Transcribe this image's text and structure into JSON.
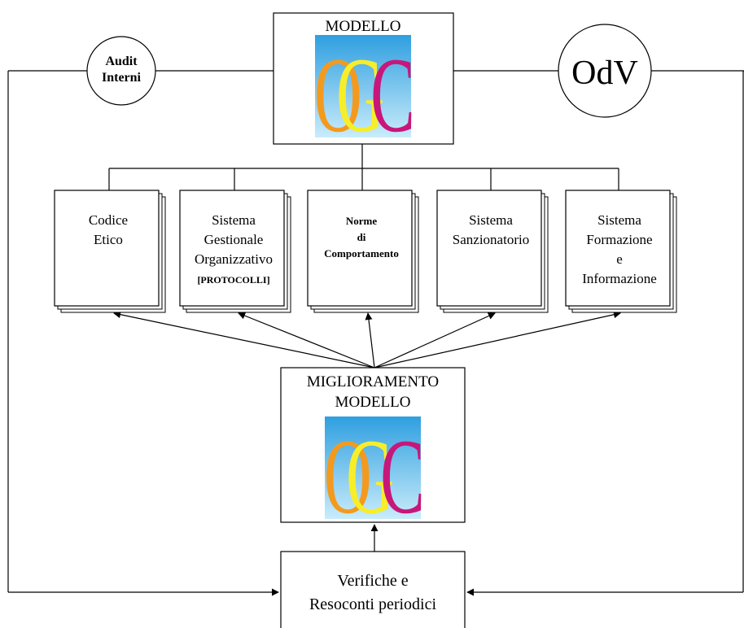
{
  "modello": {
    "title": "MODELLO"
  },
  "audit": {
    "line1": "Audit",
    "line2": "Interni"
  },
  "odv": {
    "label": "OdV"
  },
  "logo": {
    "letters": [
      "O",
      "G",
      "C"
    ],
    "colors": {
      "O": "#f39a1e",
      "G": "#f7ee2a",
      "C": "#c8177a",
      "bg_top": "#2f9fe0",
      "bg_bottom": "#c9ecfb"
    }
  },
  "docs": [
    {
      "lines": [
        "Codice",
        "Etico"
      ]
    },
    {
      "lines": [
        "Sistema",
        "Gestionale",
        "Organizzativo",
        "[PROTOCOLLI]"
      ]
    },
    {
      "lines": [
        "Norme",
        "di",
        "Comportamento"
      ]
    },
    {
      "lines": [
        "Sistema",
        "Sanzionatorio"
      ]
    },
    {
      "lines": [
        "Sistema",
        "Formazione",
        "e",
        "Informazione"
      ]
    }
  ],
  "miglioramento": {
    "line1": "MIGLIORAMENTO",
    "line2": "MODELLO"
  },
  "verifiche": {
    "line1": "Verifiche e",
    "line2": "Resoconti periodici"
  }
}
